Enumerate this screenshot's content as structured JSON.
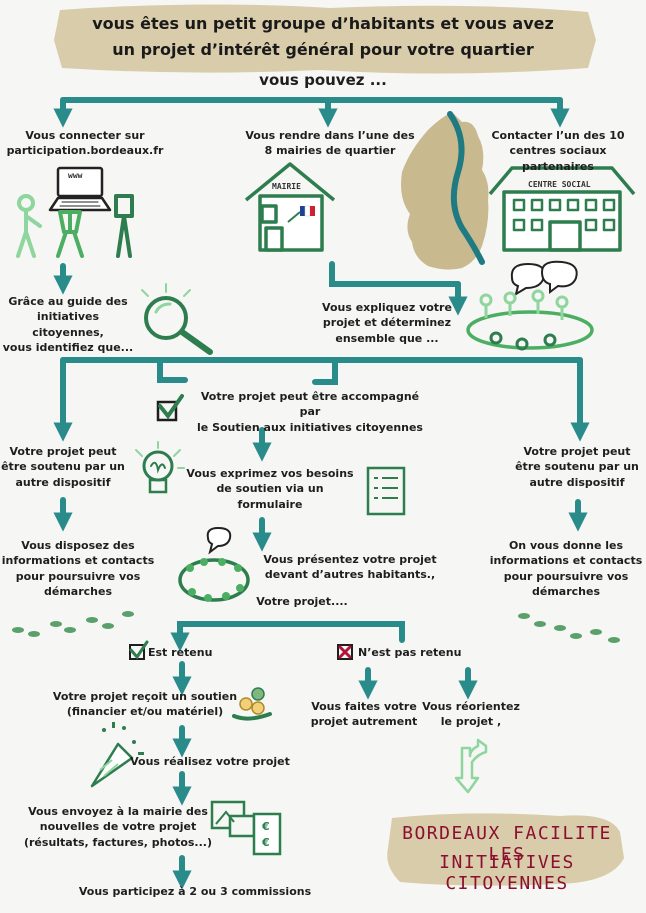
{
  "header": {
    "title_line1": "vous êtes un petit groupe d’habitants et vous avez",
    "title_line2": "un projet d’intérêt général pour votre quartier",
    "intro": "vous pouvez ..."
  },
  "options": {
    "online": "Vous connecter sur\nparticipation.bordeaux.fr",
    "mairie": "Vous rendre dans l’une des\n8 mairies de quartier",
    "centres": "Contacter l’un des 10\ncentres sociaux partenaires"
  },
  "icons": {
    "laptop_screen": "www",
    "mairie_sign": "MAIRIE",
    "centre_sign": "CENTRE SOCIAL"
  },
  "steps": {
    "guide": "Grâce au guide des\ninitiatives citoyennes,\nvous identifiez que...",
    "explain": "Vous expliquez votre\nprojet et déterminez\nensemble que ...",
    "accompanied": "Votre projet peut être accompagné par\nle Soutien aux initiatives citoyennes",
    "other_left": "Votre projet peut\nêtre soutenu par un\nautre dispositif",
    "other_right": "Votre projet peut\nêtre soutenu par un\nautre dispositif",
    "needs": "Vous exprimez vos besoins\nde soutien via un\nformulaire",
    "info_left": "Vous disposez des\ninformations et contacts\npour poursuivre vos\ndémarches",
    "info_right": "On vous donne les\ninformations et contacts\npour poursuivre vos\ndémarches",
    "present": "Vous présentez votre projet\ndevant d’autres habitants.,",
    "project": "Votre projet....",
    "retained": "Est retenu",
    "not_retained": "N’est pas retenu",
    "support": "Votre projet reçoit un soutien\n(financier et/ou matériel)",
    "realize": "Vous réalisez votre projet",
    "differently": "Vous faites votre\nprojet autrement",
    "reorient": "Vous réorientez\nle projet ,",
    "news": "Vous envoyez à la mairie des\nnouvelles de votre projet\n(résultats, factures, photos...)",
    "commissions": "Vous participez à 2 ou 3 commissions"
  },
  "brand": {
    "line1": "BORDEAUX FACILITE LES",
    "line2": "INITIATIVES CITOYENNES"
  },
  "colors": {
    "teal": "#2a8c8a",
    "green": "#2e7d4f",
    "light_green": "#8ed59e",
    "khaki": "#d9ccaa",
    "burgundy": "#8b1030"
  }
}
